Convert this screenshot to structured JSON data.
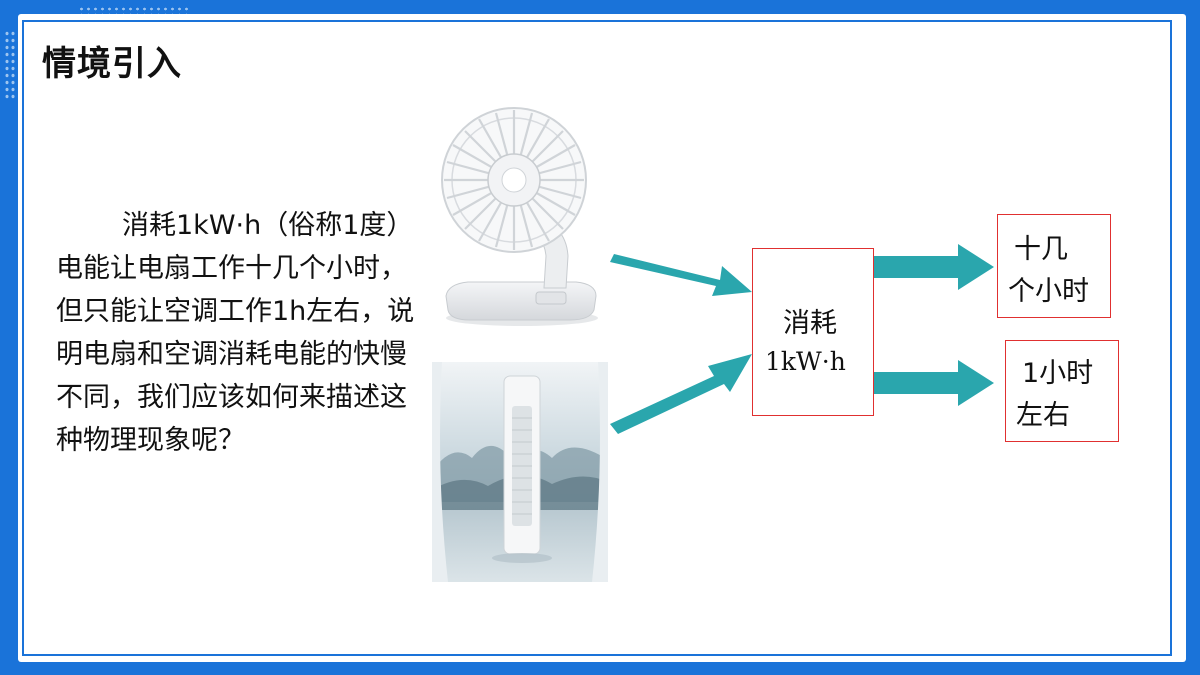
{
  "slide": {
    "title": "情境引入",
    "paragraph": "消耗1kW·h（俗称1度）电能让电扇工作十几个小时， 但只能让空调工作1h左右，说明电扇和空调消耗电能的快慢不同，我们应该如何来描述这种物理现象呢？"
  },
  "diagram": {
    "center_label_1": "消耗",
    "center_label_2": "1kW·h",
    "top_result_1": "十几",
    "top_result_2": "个小时",
    "bottom_result_1": "1小时",
    "bottom_result_2": "左右"
  },
  "colors": {
    "frame": "#1a73d9",
    "arrow": "#2aa6ad",
    "box_border": "#e03030"
  }
}
